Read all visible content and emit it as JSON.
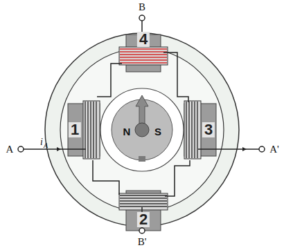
{
  "diagram": {
    "labels": [
      "B",
      "4",
      "1",
      "N",
      "S",
      "3",
      "A",
      "i",
      "A",
      "A'",
      "2",
      "B'"
    ]
  }
}
